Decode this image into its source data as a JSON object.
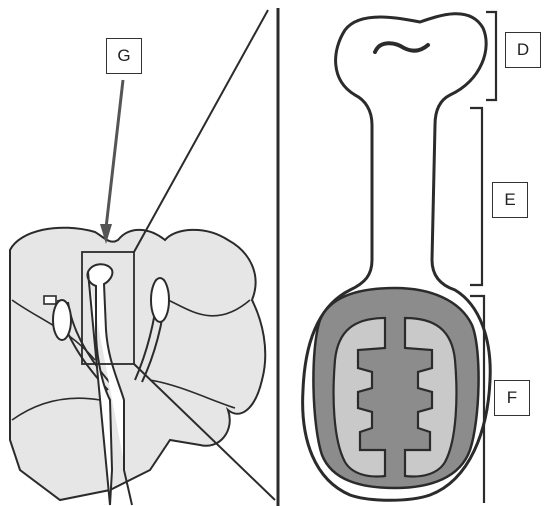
{
  "labels": {
    "g": "G",
    "d": "D",
    "e": "E",
    "f": "F"
  },
  "colors": {
    "outline": "#2b2b2b",
    "petal_fill": "#e6e6e6",
    "ovary_fill": "#8c8c8c",
    "ovule_fill": "#c9c9c9",
    "background": "#ffffff"
  }
}
